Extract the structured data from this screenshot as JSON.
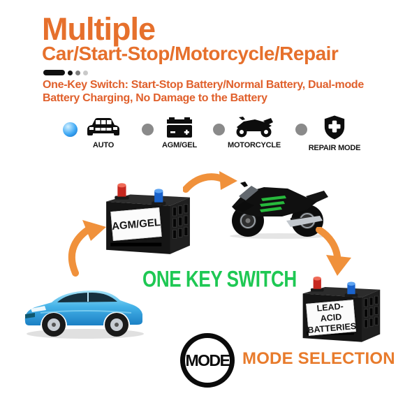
{
  "colors": {
    "accent": "#e6702c",
    "description": "#e0602c",
    "green": "#1ec853",
    "arrow": "#f0913b",
    "footer_caption": "#e87b2c",
    "active_dot": "#2e9df2",
    "inactive_dot": "#8a8a8a"
  },
  "header": {
    "title": "Multiple",
    "subtitle": "Car/Start-Stop/Motorcycle/Repair",
    "description_line1": "One-Key Switch: Start-Stop Battery/Normal Battery, Dual-mode",
    "description_line2": "Battery Charging, No Damage to the Battery"
  },
  "mode_icons": {
    "items": [
      {
        "label": "AUTO",
        "icon": "car-icon"
      },
      {
        "label": "AGM/GEL",
        "icon": "battery-icon"
      },
      {
        "label": "MOTORCYCLE",
        "icon": "motorcycle-icon"
      },
      {
        "label": "REPAIR MODE",
        "icon": "shield-plus-icon"
      }
    ]
  },
  "diagram": {
    "agm_battery_label": "AGM/GEL",
    "lead_acid_label_line1": "LEAD-ACID",
    "lead_acid_label_line2": "BATTERIES",
    "caption": "ONE KEY SWITCH"
  },
  "footer": {
    "mode_button_label": "MODE",
    "caption": "MODE SELECTION"
  }
}
